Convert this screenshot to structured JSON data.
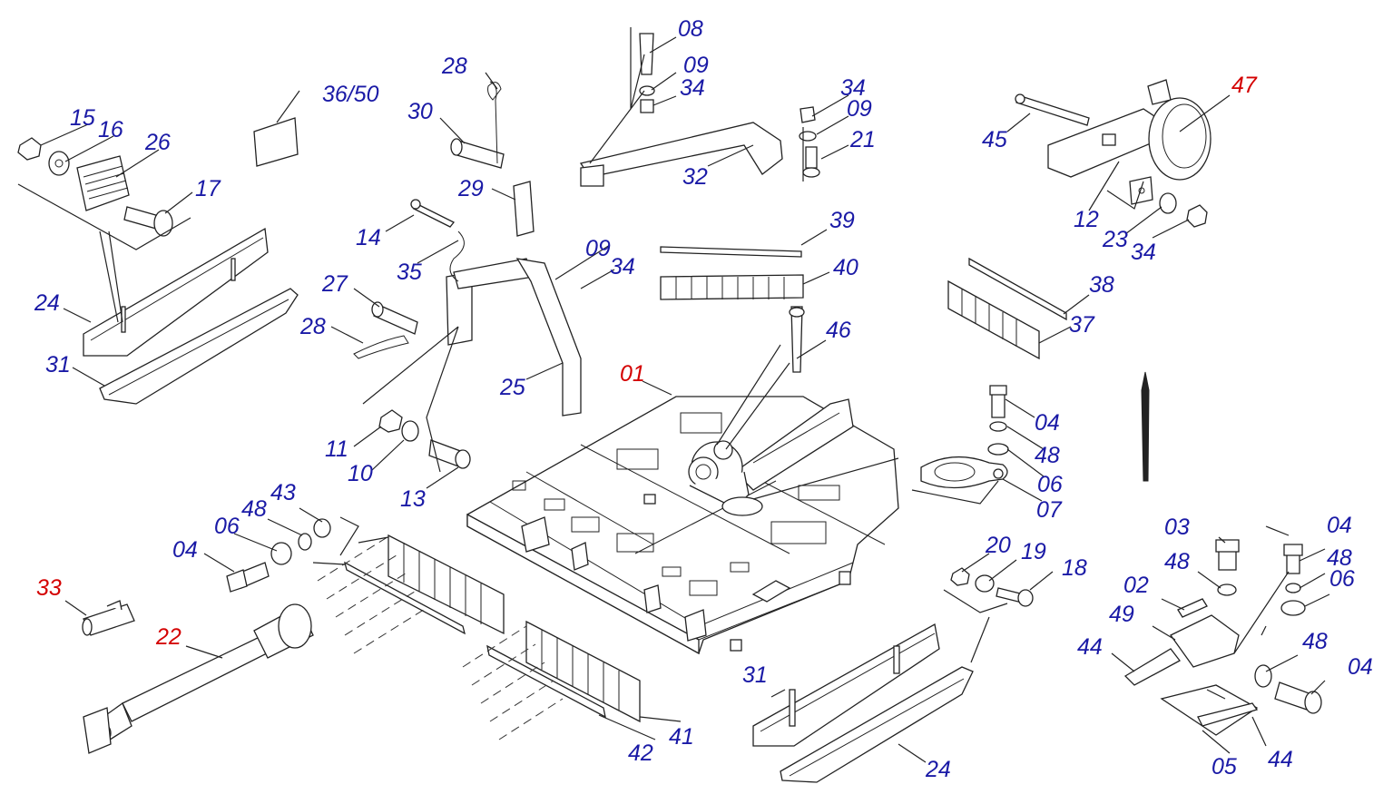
{
  "diagram": {
    "title": "",
    "colors": {
      "standard": "#1a1aa6",
      "highlight": "#d40000",
      "line": "#222222"
    },
    "labels": {
      "p01": "01",
      "p02": "02",
      "p03": "03",
      "p04a": "04",
      "p04b": "04",
      "p04c": "04",
      "p04d": "04",
      "p05": "05",
      "p06a": "06",
      "p06b": "06",
      "p06c": "06",
      "p07": "07",
      "p08": "08",
      "p09a": "09",
      "p09b": "09",
      "p09c": "09",
      "p10": "10",
      "p11": "11",
      "p12": "12",
      "p13": "13",
      "p14": "14",
      "p15": "15",
      "p16": "16",
      "p17": "17",
      "p18": "18",
      "p19": "19",
      "p20": "20",
      "p21": "21",
      "p22": "22",
      "p23": "23",
      "p24a": "24",
      "p24b": "24",
      "p25": "25",
      "p26": "26",
      "p27": "27",
      "p28a": "28",
      "p28b": "28",
      "p29": "29",
      "p30": "30",
      "p31a": "31",
      "p31b": "31",
      "p32": "32",
      "p33": "33",
      "p34a": "34",
      "p34b": "34",
      "p34c": "34",
      "p34d": "34",
      "p35": "35",
      "p3650": "36/50",
      "p37": "37",
      "p38": "38",
      "p39": "39",
      "p40": "40",
      "p41": "41",
      "p42": "42",
      "p43": "43",
      "p44a": "44",
      "p44b": "44",
      "p45": "45",
      "p46": "46",
      "p47": "47",
      "p48a": "48",
      "p48b": "48",
      "p48c": "48",
      "p48d": "48",
      "p48e": "48",
      "p49": "49"
    }
  }
}
